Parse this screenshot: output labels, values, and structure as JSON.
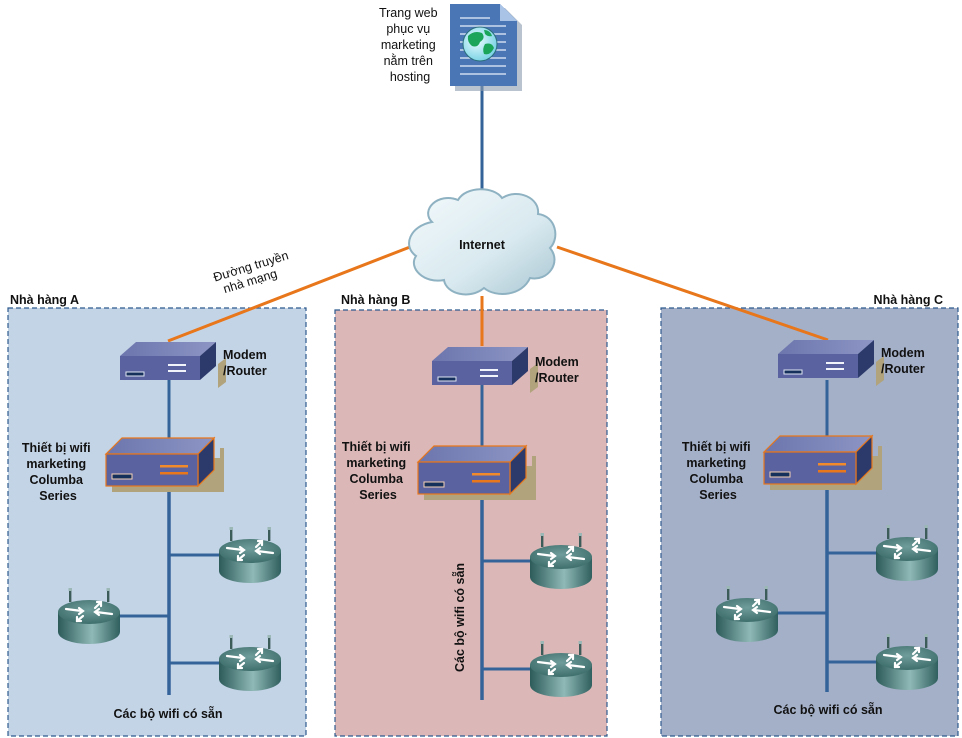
{
  "web_page": {
    "caption_lines": [
      "Trang web",
      "phục vụ",
      "marketing",
      "nằm trên",
      "hosting"
    ],
    "icon": "web-document-globe-icon"
  },
  "internet": {
    "label": "Internet",
    "icon": "cloud-icon"
  },
  "isp_line": {
    "label_lines": [
      "Đường truyền",
      "nhà mạng"
    ]
  },
  "colors": {
    "wan_link": "#e8761a",
    "lan_link": "#34639a",
    "panel_a": "#c4d4e7",
    "panel_b": "#dcb7b7",
    "panel_c": "#a4b0c8",
    "panel_border": "#2f5a8e"
  },
  "restaurants": [
    {
      "name": "Nhà hàng A",
      "modem_label": [
        "Modem",
        "/Router"
      ],
      "device_label": [
        "Thiết bị wifi",
        "marketing",
        "Columba",
        "Series"
      ],
      "ap_label": "Các bộ wifi có sẵn",
      "ap_count": 3
    },
    {
      "name": "Nhà hàng B",
      "modem_label": [
        "Modem",
        "/Router"
      ],
      "device_label": [
        "Thiết bị wifi",
        "marketing",
        "Columba",
        "Series"
      ],
      "ap_label": "Các bộ wifi có sẵn",
      "ap_count": 2
    },
    {
      "name": "Nhà hàng C",
      "modem_label": [
        "Modem",
        "/Router"
      ],
      "device_label": [
        "Thiết bị wifi",
        "marketing",
        "Columba",
        "Series"
      ],
      "ap_label": "Các bộ wifi có sẵn",
      "ap_count": 3
    }
  ]
}
